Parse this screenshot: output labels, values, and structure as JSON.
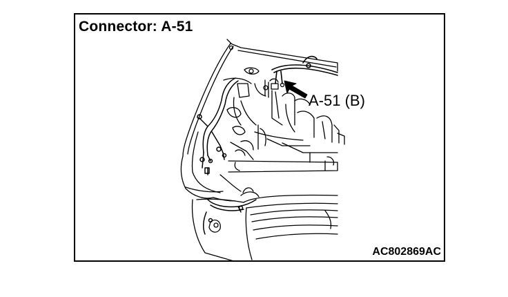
{
  "diagram": {
    "title": "Connector: A-51",
    "callout_label": "A-51 (B)",
    "figure_id": "AC802869AC"
  }
}
